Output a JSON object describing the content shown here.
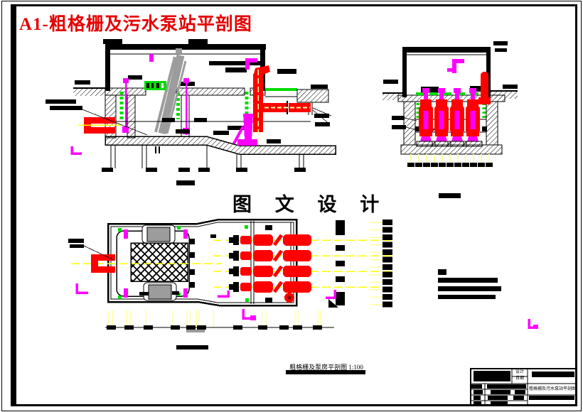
{
  "drawing": {
    "sheet_title": "A1-粗格栅及污水泵站平剖图",
    "watermark": "图 文 设 计",
    "plan_caption_text": "粗格栅及泵房平剖图",
    "plan_caption_scale": "1:100"
  },
  "title_block": {
    "label_top": "设计",
    "label_bottom": "日期",
    "drawing_name": "粗格栅及污水泵站平剖图"
  },
  "colors": {
    "title_red": "#E60000",
    "pipe_red": "#FF0000",
    "equipment_magenta": "#FF00FF",
    "screen_green": "#00DC00",
    "centerline_yellow": "#FFFF00",
    "pile_yellow": "#FFFFA0",
    "machine_gray": "#9C9C9C",
    "line_black": "#000000",
    "paper_white": "#FFFFFF"
  }
}
